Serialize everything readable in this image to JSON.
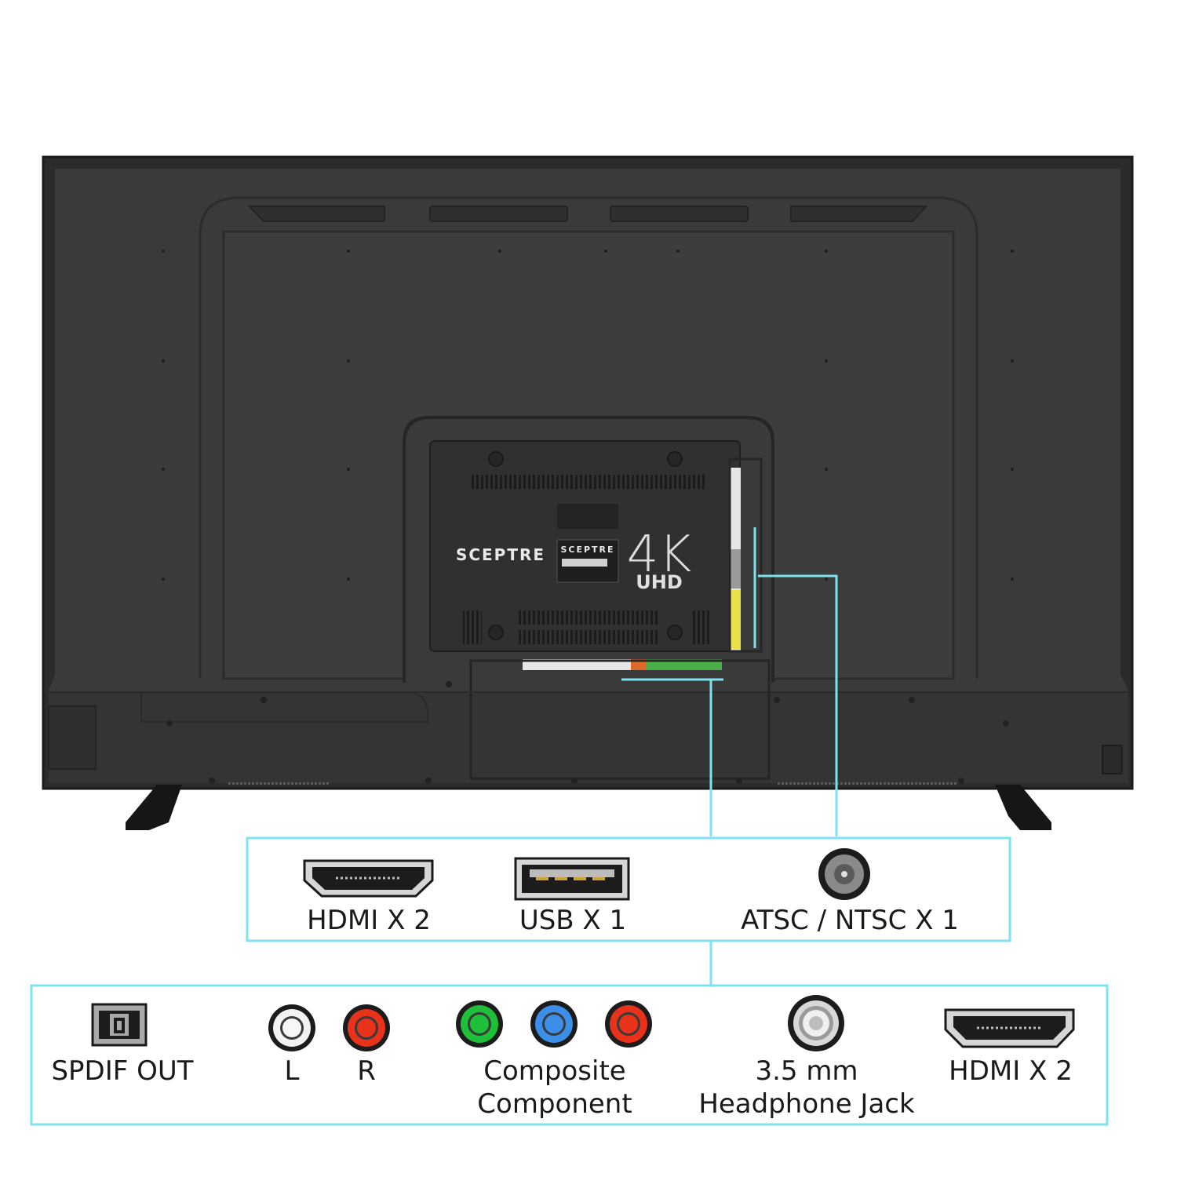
{
  "product": {
    "brand": "SCEPTRE",
    "badge_main": "4K",
    "badge_sub": "UHD"
  },
  "colors": {
    "tv_body": "#3a3a3a",
    "tv_frame": "#252525",
    "callout_border": "#7fe3ef",
    "jack_white": "#f2f2f2",
    "jack_red": "#e8321a",
    "jack_green": "#1ec03a",
    "jack_blue": "#3b8fe8",
    "jack_silver": "#bdbdbd"
  },
  "top_ports": [
    {
      "label": "HDMI X 2",
      "icon": "hdmi-port-icon"
    },
    {
      "label": "USB X 1",
      "icon": "usb-port-icon"
    },
    {
      "label": "ATSC / NTSC X 1",
      "icon": "coax-port-icon"
    }
  ],
  "bottom_ports": {
    "spdif": {
      "label": "SPDIF OUT",
      "icon": "optical-port-icon"
    },
    "audio_l": {
      "label": "L",
      "icon": "white-rca-jack-icon"
    },
    "audio_r": {
      "label": "R",
      "icon": "red-rca-jack-icon"
    },
    "composite_line1": "Composite",
    "composite_line2": "Component",
    "headphone_line1": "3.5 mm",
    "headphone_line2": "Headphone Jack",
    "hdmi": {
      "label": "HDMI X 2",
      "icon": "hdmi-port-icon"
    }
  }
}
